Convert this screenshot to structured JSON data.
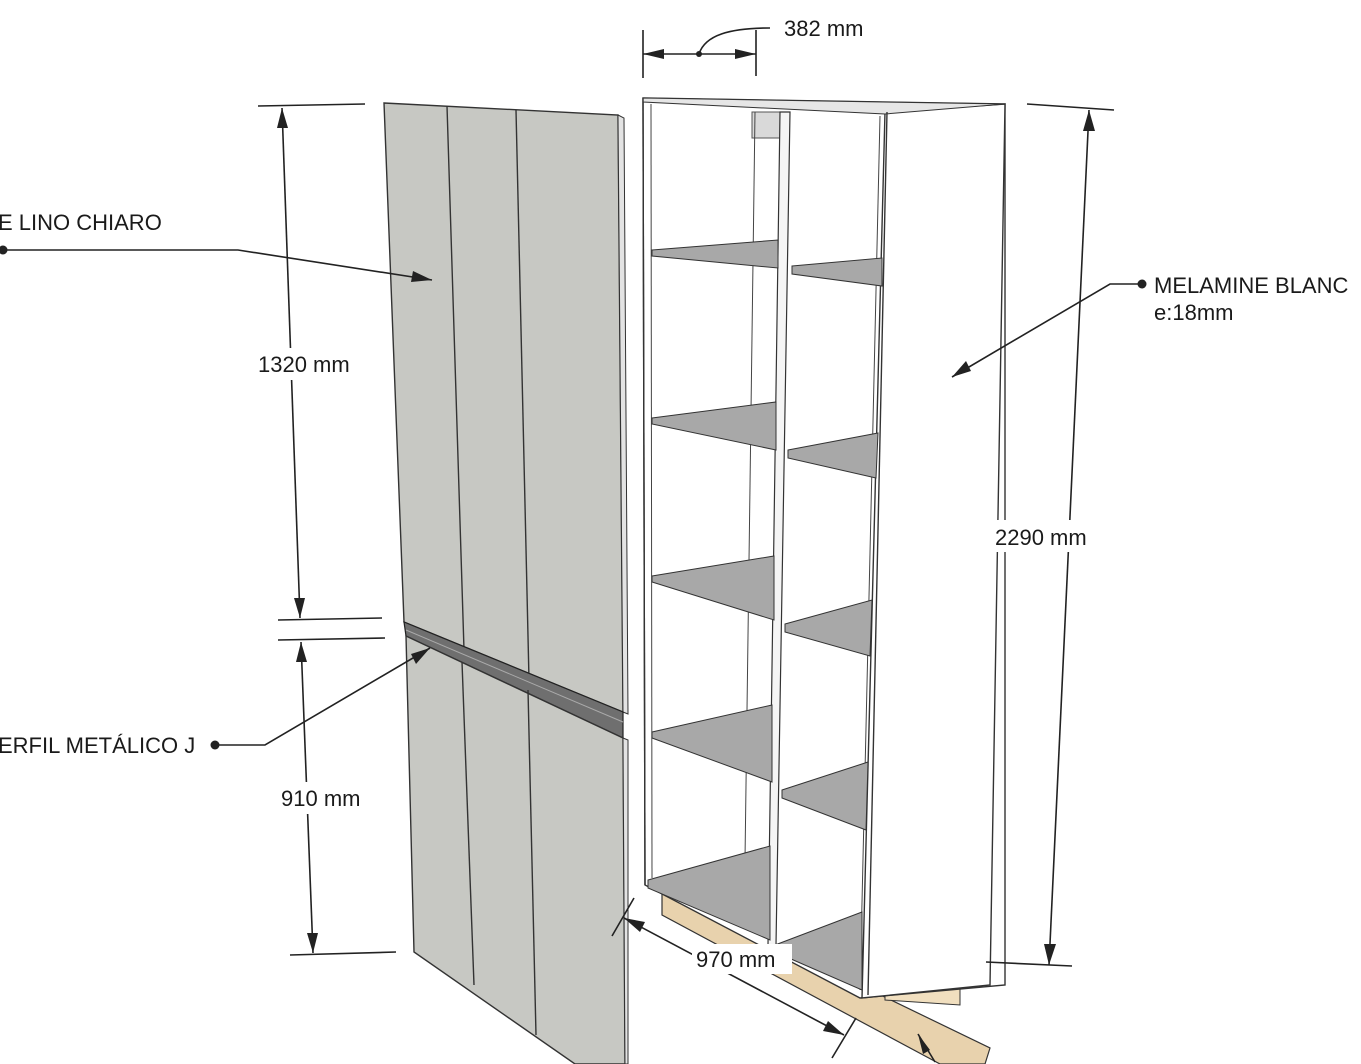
{
  "labels": {
    "door_finish": "E LINO CHIARO",
    "carcass_material_line1": "MELAMINE BLANC",
    "carcass_material_line2": "e:18mm",
    "handle_profile": "ERFIL METÁLICO J"
  },
  "dimensions": {
    "depth": "382 mm",
    "upper_door_height": "1320 mm",
    "lower_door_height": "910 mm",
    "total_height": "2290 mm",
    "width": "970 mm"
  },
  "colors": {
    "door_panel": "#c7c8c3",
    "shelf": "#a8a8a8",
    "carcass": "#ffffff",
    "plinth": "#e8d2ad",
    "line": "#222222"
  }
}
